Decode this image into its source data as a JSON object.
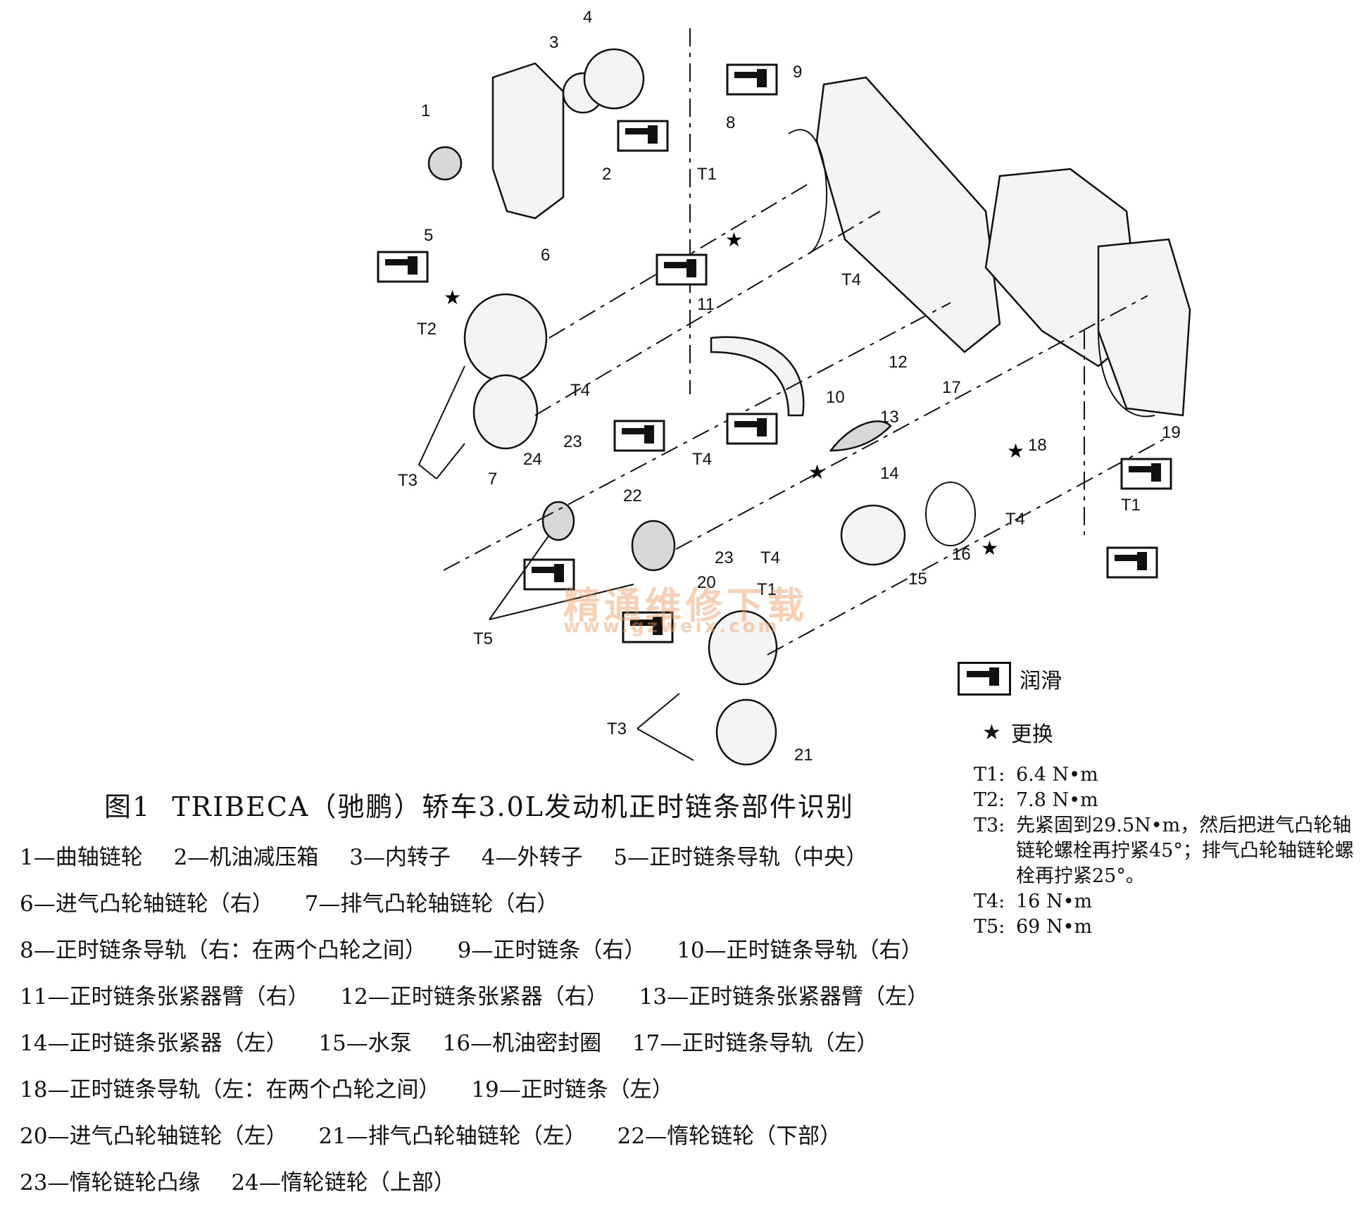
{
  "figure": {
    "number": "图1",
    "title": "TRIBECA（驰鹏）轿车3.0L发动机正时链条部件识别"
  },
  "diagram_labels": [
    "1",
    "2",
    "3",
    "4",
    "5",
    "6",
    "7",
    "8",
    "9",
    "10",
    "11",
    "12",
    "13",
    "14",
    "15",
    "16",
    "17",
    "18",
    "19",
    "20",
    "21",
    "22",
    "23",
    "24"
  ],
  "torque_callouts": {
    "T1": "T1",
    "T2": "T2",
    "T3": "T3",
    "T4": "T4",
    "T5": "T5"
  },
  "watermark": {
    "text": "精通维修下载",
    "url": "www.gzweix.com"
  },
  "legend": {
    "lubricate": "润滑",
    "replace_symbol": "★",
    "replace": "更换",
    "lubricate_icon": "oil-can-icon",
    "replace_icon": "star-icon"
  },
  "torque_specs": [
    {
      "key": "T1:",
      "value": "6.4 N•m"
    },
    {
      "key": "T2:",
      "value": "7.8 N•m"
    },
    {
      "key": "T3:",
      "value": "先紧固到29.5N•m，然后把进气凸轮轴链轮螺栓再拧紧45°；排气凸轮轴链轮螺栓再拧紧25°。"
    },
    {
      "key": "T4:",
      "value": "16 N•m"
    },
    {
      "key": "T5:",
      "value": "69 N•m"
    }
  ],
  "parts_list": [
    "1—曲轴链轮",
    "2—机油减压箱",
    "3—内转子",
    "4—外转子",
    "5—正时链条导轨（中央）",
    "6—进气凸轮轴链轮（右）",
    "7—排气凸轮轴链轮（右）",
    "8—正时链条导轨（右：在两个凸轮之间）",
    "9—正时链条（右）",
    "10—正时链条导轨（右）",
    "11—正时链条张紧器臂（右）",
    "12—正时链条张紧器（右）",
    "13—正时链条张紧器臂（左）",
    "14—正时链条张紧器（左）",
    "15—水泵",
    "16—机油密封圈",
    "17—正时链条导轨（左）",
    "18—正时链条导轨（左：在两个凸轮之间）",
    "19—正时链条（左）",
    "20—进气凸轮轴链轮（左）",
    "21—排气凸轮轴链轮（左）",
    "22—惰轮链轮（下部）",
    "23—惰轮链轮凸缘",
    "24—惰轮链轮（上部）"
  ]
}
